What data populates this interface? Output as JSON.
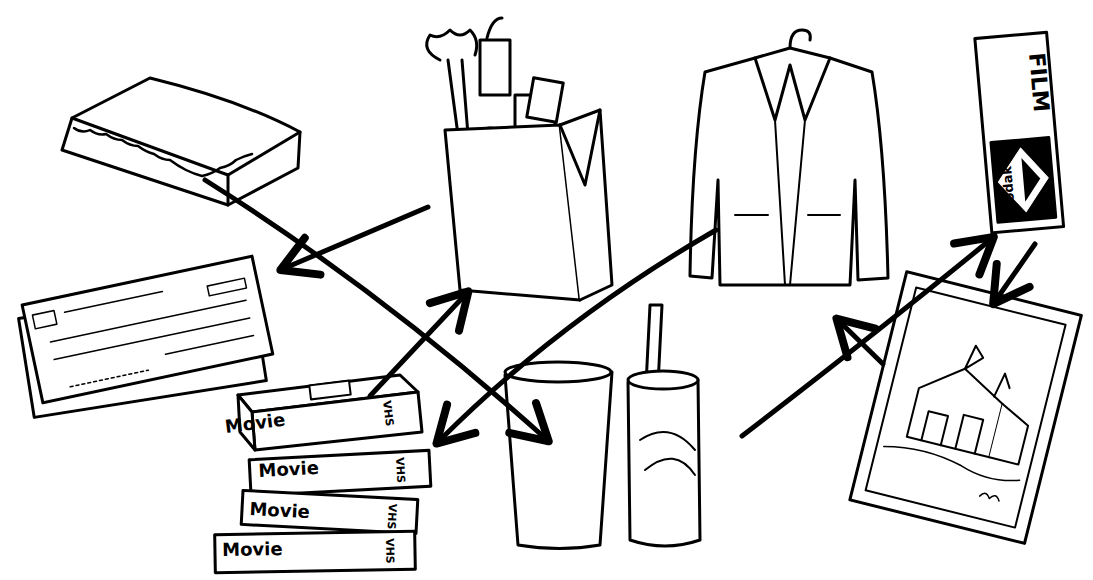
{
  "diagram": {
    "labels": [
      "Movie",
      "VHS",
      "Movie",
      "VHS",
      "Movie",
      "VHS",
      "Movie",
      "VHS",
      "FILM",
      "Kodak"
    ]
  }
}
